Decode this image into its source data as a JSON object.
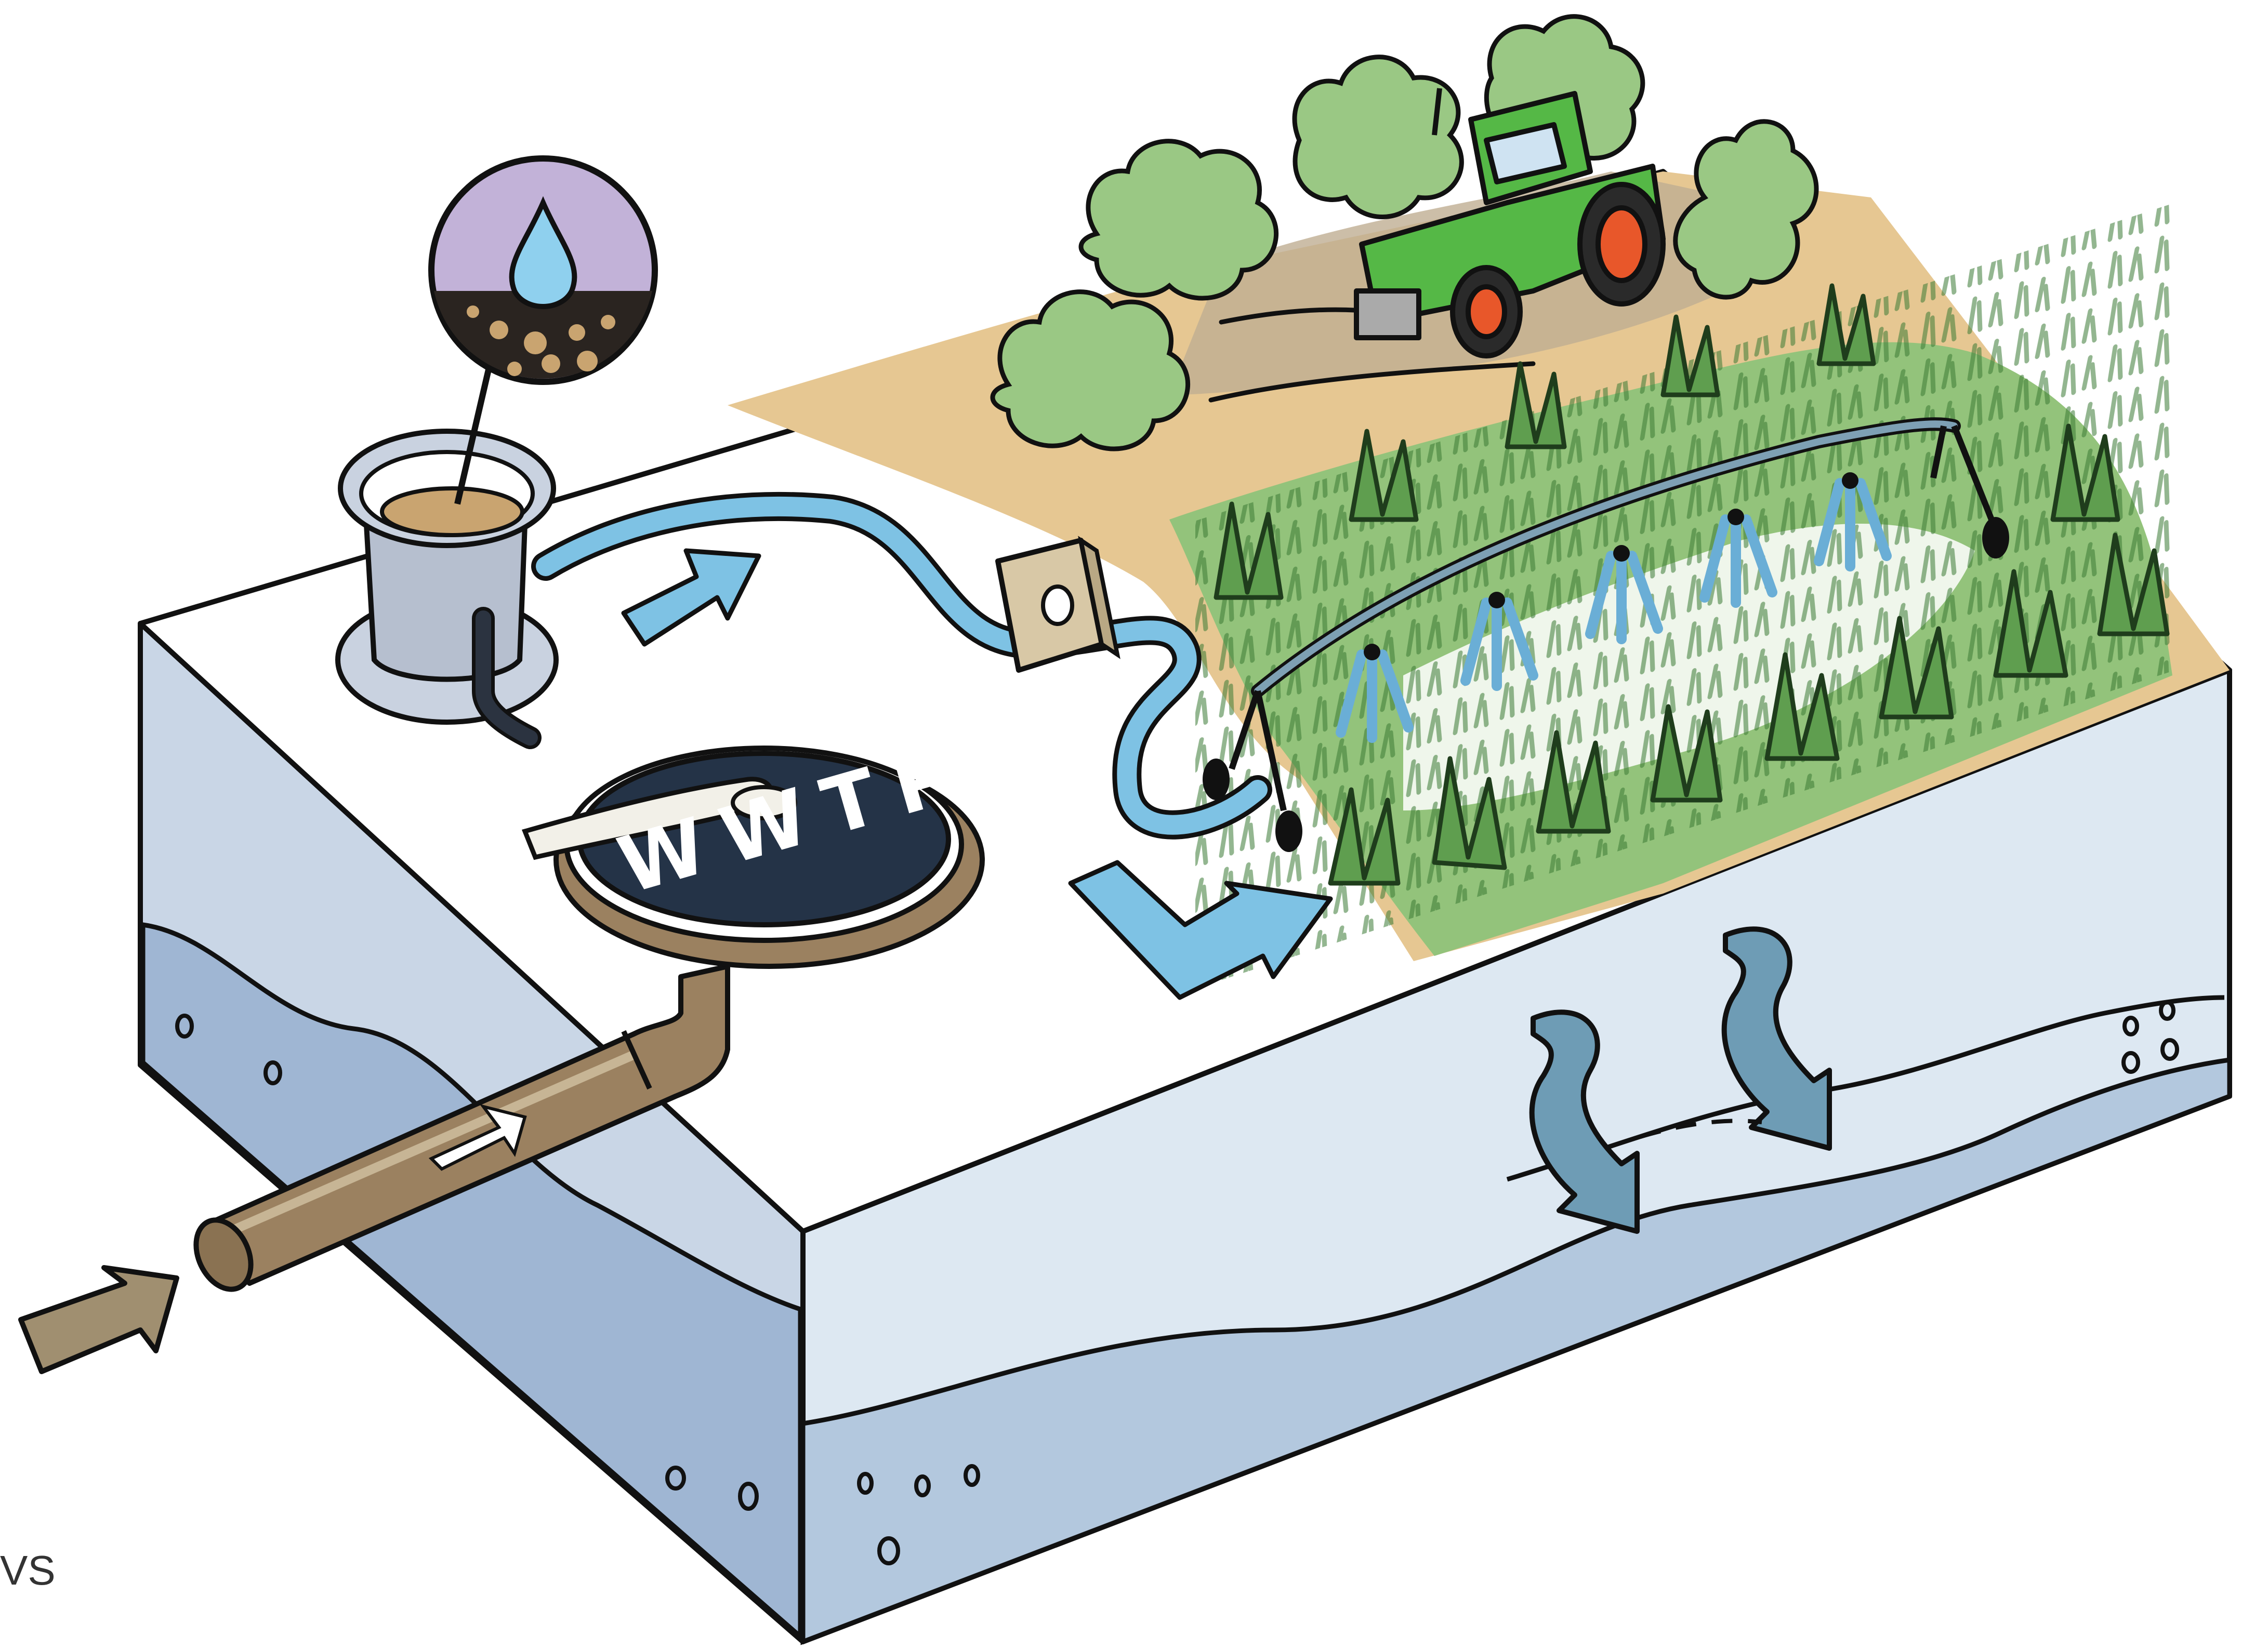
{
  "diagram": {
    "plant_label": "WWTP",
    "credit_fragment": "VS"
  },
  "colors": {
    "groundwater": "#b3c8de",
    "groundwater_dark": "#98b2cf",
    "block_top": "#ffffff",
    "soil": "#e6c792",
    "field_green": "#93c37b",
    "crop_green": "#4c8f41",
    "tractor_green": "#55b846",
    "tractor_wheel": "#e8572a",
    "clean_water": "#7ec2e4",
    "spray_water": "#6aaed6",
    "sewage_brown": "#9b8160",
    "tank_dark": "#243347",
    "filter_grey": "#b6bfcf",
    "inlet_arrow": "#a08f70",
    "infiltration_arrow": "#6e9cb5",
    "bubble_purple": "#c2b2d8",
    "bubble_soil": "#2a2420",
    "pump_tan": "#d8c8a6",
    "tree_green": "#9ac884"
  },
  "icons": [
    "inlet-arrow-icon",
    "sewage-pipe",
    "treatment-tank",
    "sand-filter-tank",
    "water-in-soil-callout-icon",
    "pump-icon",
    "flow-arrow-icon",
    "center-pivot-irrigation",
    "tractor-icon",
    "tree-icon",
    "infiltration-arrow-icon"
  ]
}
